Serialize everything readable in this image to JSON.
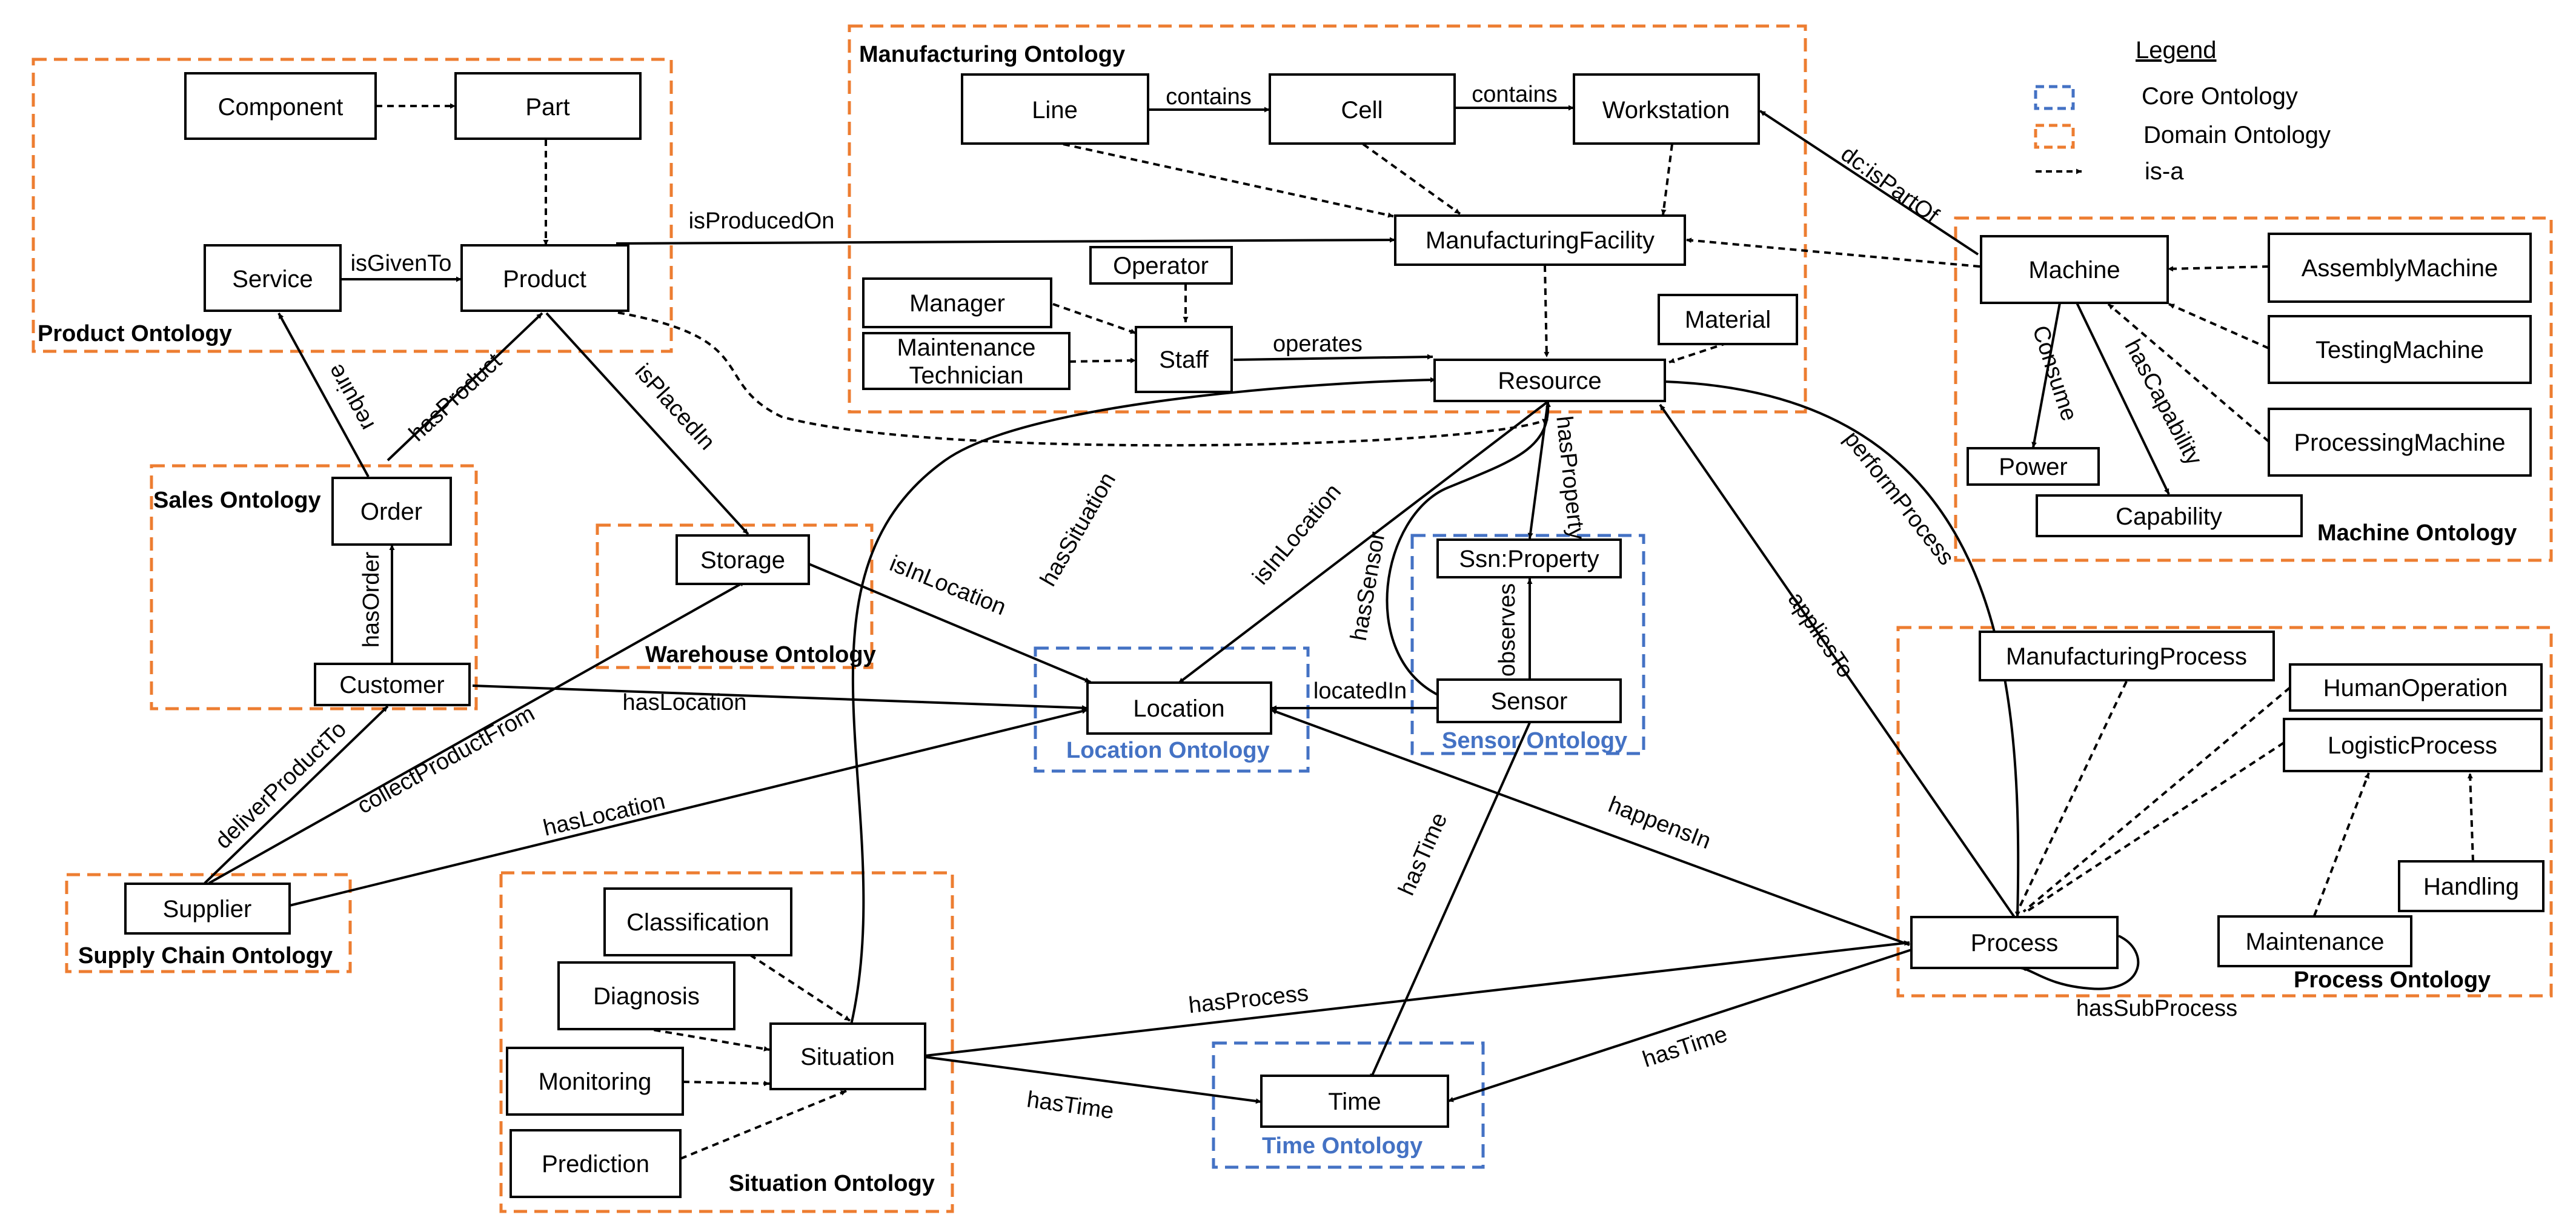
{
  "colors": {
    "core": "#4472C4",
    "domain": "#ED7D31",
    "line": "#000000"
  },
  "legend": {
    "title": "Legend",
    "core": "Core Ontology",
    "domain": "Domain Ontology",
    "isa": "is-a"
  },
  "groups": {
    "product": "Product Ontology",
    "manufacturing": "Manufacturing Ontology",
    "machine": "Machine Ontology",
    "sales": "Sales Ontology",
    "warehouse": "Warehouse Ontology",
    "location": "Location Ontology",
    "sensor": "Sensor Ontology",
    "process": "Process Ontology",
    "supply": "Supply Chain Ontology",
    "situation": "Situation Ontology",
    "time": "Time Ontology"
  },
  "nodes": {
    "component": "Component",
    "part": "Part",
    "service": "Service",
    "product": "Product",
    "line": "Line",
    "cell": "Cell",
    "workstation": "Workstation",
    "operator": "Operator",
    "manager": "Manager",
    "maintenance_tech_1": "Maintenance",
    "maintenance_tech_2": "Technician",
    "staff": "Staff",
    "manufacturing_facility": "ManufacturingFacility",
    "material": "Material",
    "resource": "Resource",
    "machine": "Machine",
    "assembly_machine": "AssemblyMachine",
    "testing_machine": "TestingMachine",
    "processing_machine": "ProcessingMachine",
    "power": "Power",
    "capability": "Capability",
    "order": "Order",
    "customer": "Customer",
    "storage": "Storage",
    "location": "Location",
    "ssn_property": "Ssn:Property",
    "sensor": "Sensor",
    "manufacturing_process": "ManufacturingProcess",
    "human_operation": "HumanOperation",
    "logistic_process": "LogisticProcess",
    "handling": "Handling",
    "maintenance": "Maintenance",
    "process": "Process",
    "supplier": "Supplier",
    "classification": "Classification",
    "diagnosis": "Diagnosis",
    "monitoring": "Monitoring",
    "prediction": "Prediction",
    "situation": "Situation",
    "time": "Time"
  },
  "edges": {
    "contains_1": "contains",
    "contains_2": "contains",
    "is_produced_on": "isProducedOn",
    "is_given_to": "isGivenTo",
    "operates": "operates",
    "dc_is_part_of": "dc:isPartOf",
    "consume": "Consume",
    "has_capability": "hasCapability",
    "require": "require",
    "has_product": "hasProduct",
    "is_placed_in": "isPlacedIn",
    "has_order": "hasOrder",
    "is_in_location_storage": "isInLocation",
    "has_location_customer": "hasLocation",
    "has_location_supplier": "hasLocation",
    "deliver_product_to": "deliverProductTo",
    "collect_product_from": "collectProductFrom",
    "has_situation": "hasSituation",
    "is_in_location_resource": "isInLocation",
    "has_sensor": "hasSensor",
    "has_property": "hasProperty",
    "observes": "observes",
    "located_in": "locatedIn",
    "perform_process": "performProcess",
    "applies_to": "appliesTo",
    "happens_in": "happensIn",
    "has_time_sensor": "hasTime",
    "has_process": "hasProcess",
    "has_time_situation": "hasTime",
    "has_time_process": "hasTime",
    "has_sub_process": "hasSubProcess"
  }
}
